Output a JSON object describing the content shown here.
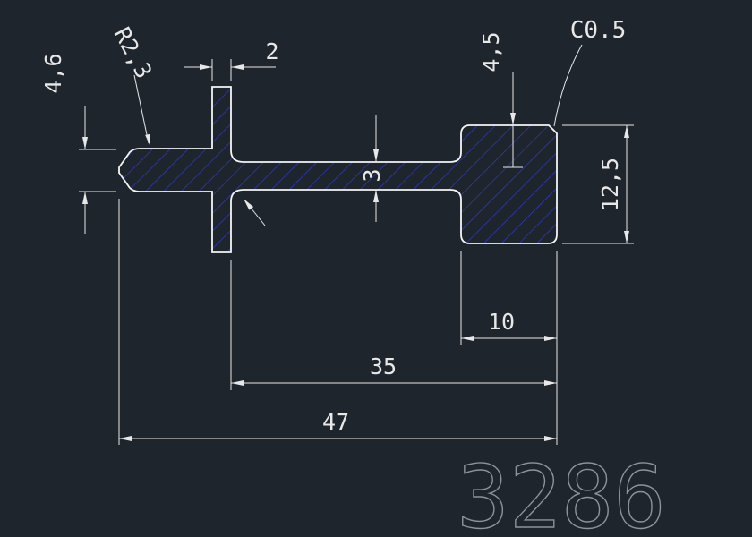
{
  "dims": {
    "left_height": "4,6",
    "radius_top": "R2,3",
    "stem_width": "2",
    "block_top_offset": "4,5",
    "chamfer": "C0.5",
    "web_thickness": "3",
    "block_height": "12,5",
    "block_width": "10",
    "web_span": "35",
    "total_width": "47"
  },
  "part_number": "3286",
  "colors": {
    "background": "#1f252d",
    "line": "#f4f4f4",
    "hatch": "#2e3cd4",
    "dim_text": "#e8e8e8",
    "part_number": "#8d939d"
  }
}
